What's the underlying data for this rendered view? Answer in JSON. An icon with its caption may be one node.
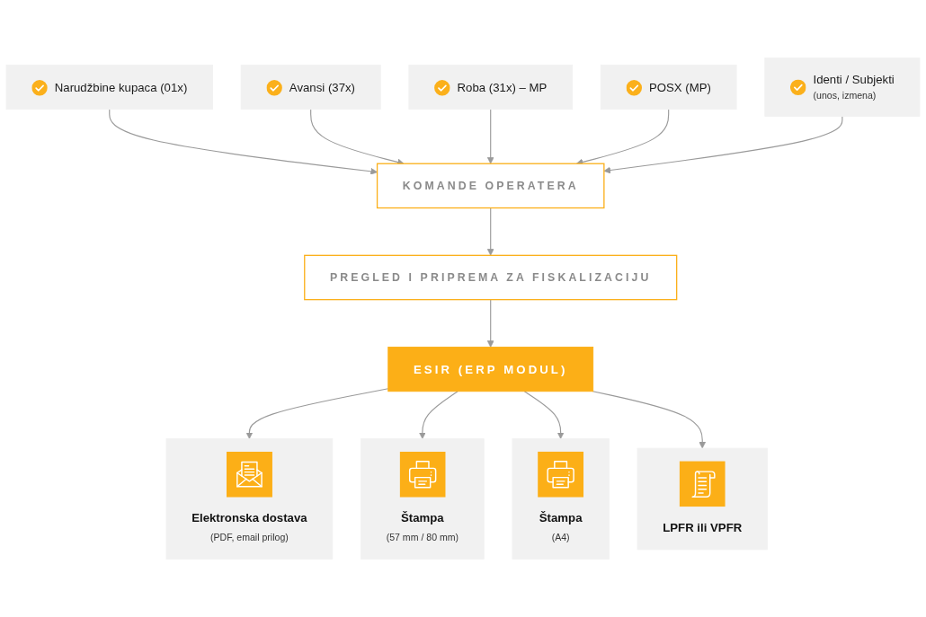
{
  "diagram": {
    "nodes": [
      {
        "text": [
          "Narudžbine kupaca (01x)"
        ]
      },
      {
        "text": [
          "Avansi (37x)"
        ]
      },
      {
        "text": [
          "Roba (31x) – MP"
        ]
      },
      {
        "text": [
          "POSX (MP)"
        ]
      },
      {
        "text": [
          "Identi / Subjekti",
          "(unos, izmena)"
        ]
      },
      {
        "text": [
          "KOMANDE OPERATERA"
        ]
      },
      {
        "text": [
          "PREGLED I PRIPREMA ZA FISKALIZACIJU"
        ]
      },
      {
        "text": [
          "ESIR (ERP MODUL)"
        ]
      },
      {
        "text": [
          "Elektronska dostava",
          "(PDF, email prilog)"
        ]
      },
      {
        "text": [
          "Štampa",
          "(57 mm / 80 mm)"
        ]
      },
      {
        "text": [
          "Štampa",
          "(A4)"
        ]
      },
      {
        "text": [
          "LPFR ili VPFR"
        ]
      }
    ],
    "edges": [
      {
        "from": 0,
        "to": 5,
        "arrow": "to"
      },
      {
        "from": 1,
        "to": 5,
        "arrow": "to"
      },
      {
        "from": 2,
        "to": 5,
        "arrow": "to"
      },
      {
        "from": 3,
        "to": 5,
        "arrow": "to"
      },
      {
        "from": 4,
        "to": 5,
        "arrow": "to"
      },
      {
        "from": 5,
        "to": 6,
        "arrow": "to"
      },
      {
        "from": 6,
        "to": 7,
        "arrow": "to"
      },
      {
        "from": 7,
        "to": 8,
        "arrow": "to"
      },
      {
        "from": 7,
        "to": 9,
        "arrow": "to"
      },
      {
        "from": 7,
        "to": 10,
        "arrow": "to"
      },
      {
        "from": 7,
        "to": 11,
        "arrow": "to"
      }
    ]
  }
}
